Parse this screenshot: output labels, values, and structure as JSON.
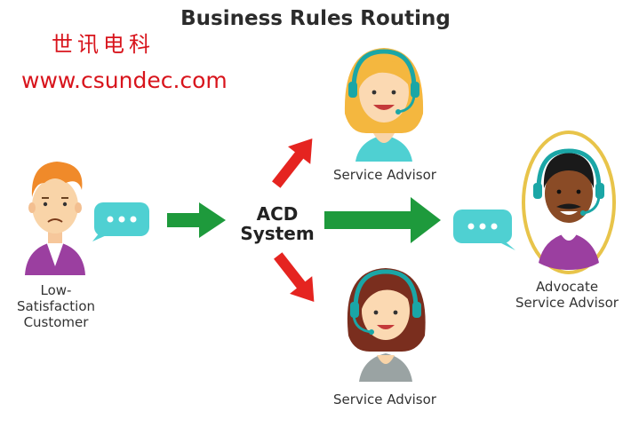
{
  "title": "Business Rules Routing",
  "watermark": {
    "brand_cn": "世讯电科",
    "url": "www.csundec.com"
  },
  "nodes": {
    "customer": "Low-\nSatisfaction\nCustomer",
    "acd": "ACD\nSystem",
    "advisor_top": "Service Advisor",
    "advisor_bottom": "Service Advisor",
    "advocate": "Advocate\nService Advisor"
  },
  "colors": {
    "green_arrow": "#1e9a3c",
    "red_arrow": "#e52420",
    "bubble": "#4fd0d2",
    "highlight_ring": "#e8c44a",
    "watermark": "#d8141c"
  },
  "icons": [
    "customer-avatar-icon",
    "chat-bubble-icon",
    "headset-agent-icon",
    "green-arrow-icon",
    "red-arrow-icon"
  ]
}
